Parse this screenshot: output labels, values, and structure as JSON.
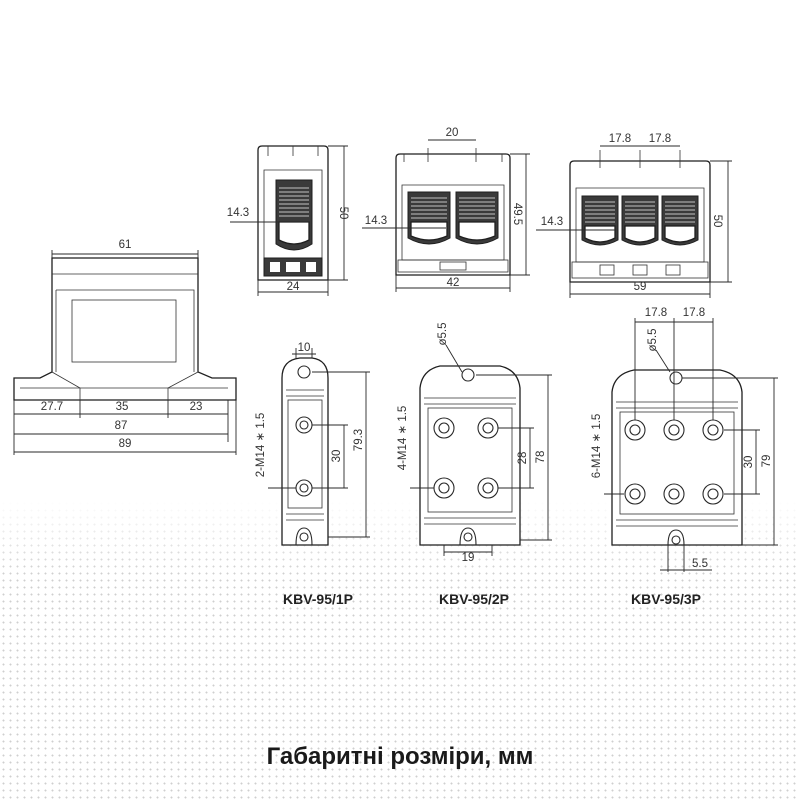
{
  "side_view": {
    "dim_height_top": "61",
    "dim_27_7": "27.7",
    "dim_35": "35",
    "dim_23": "23",
    "dim_87": "87",
    "dim_89": "89"
  },
  "front_1p": {
    "dim_14_3": "14.3",
    "dim_50": "50",
    "dim_24": "24"
  },
  "front_2p": {
    "dim_20": "20",
    "dim_14_3": "14.3",
    "dim_49_5": "49.5",
    "dim_42": "42"
  },
  "front_3p": {
    "dim_17_8_a": "17.8",
    "dim_17_8_b": "17.8",
    "dim_14_3": "14.3",
    "dim_50": "50",
    "dim_59": "59"
  },
  "top_1p": {
    "dim_10": "10",
    "dim_screw": "2-M14 ∗ 1.5",
    "dim_30": "30",
    "dim_79_3": "79.3",
    "label": "KBV-95/1P"
  },
  "top_2p": {
    "dim_hole": "ø5.5",
    "dim_screw": "4-M14 ∗ 1.5",
    "dim_28": "28",
    "dim_78": "78",
    "dim_19": "19",
    "label": "KBV-95/2P"
  },
  "top_3p": {
    "dim_hole": "ø5.5",
    "dim_17_8_a": "17.8",
    "dim_17_8_b": "17.8",
    "dim_screw": "6-M14 ∗ 1.5",
    "dim_30": "30",
    "dim_79": "79",
    "dim_5_5": "5.5",
    "label": "KBV-95/3P"
  },
  "caption": "Габаритні розміри, мм"
}
